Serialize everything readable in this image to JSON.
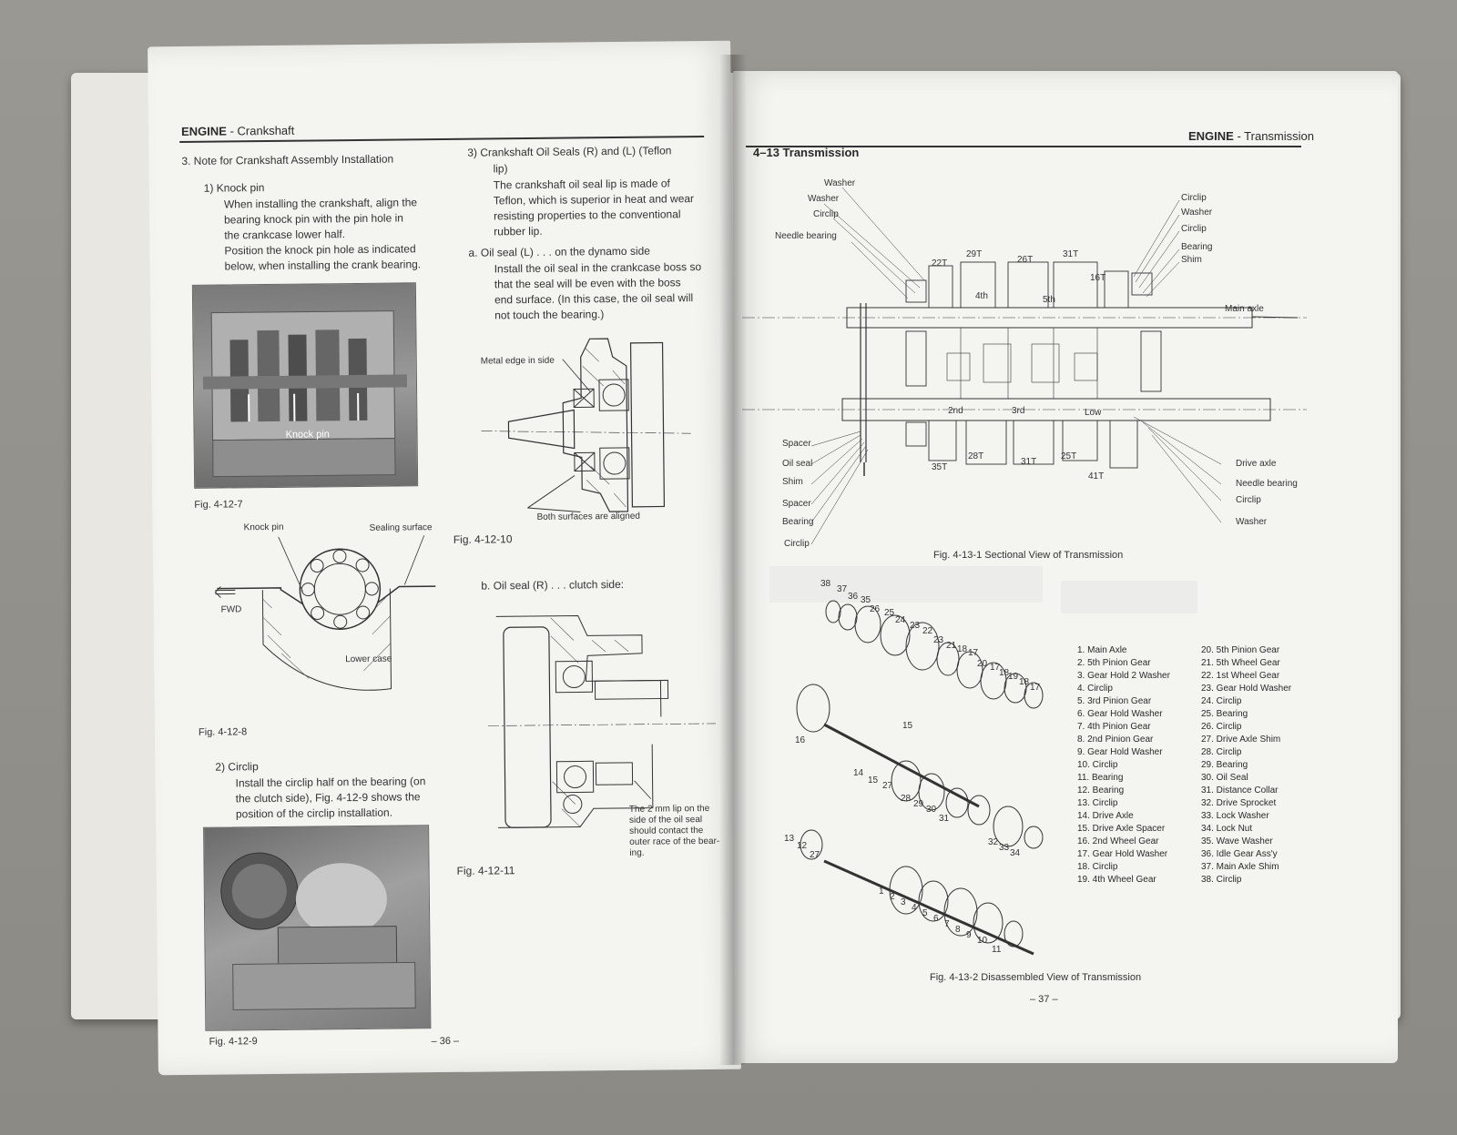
{
  "left": {
    "header": {
      "section": "ENGINE",
      "subsection": "- Crankshaft"
    },
    "step3_title": "3.  Note for Crankshaft Assembly Installation",
    "knock_title": "1)  Knock pin",
    "knock_lines": [
      "When installing the crankshaft, align the",
      "bearing knock pin with the pin hole in",
      "the crankcase lower half.",
      "Position the knock pin hole as indicated",
      "below, when installing the crank bearing."
    ],
    "fig7_caption": "Fig. 4-12-7",
    "fig7_photo_label": "Knock pin",
    "fig8": {
      "knock_pin": "Knock pin",
      "sealing_surface": "Sealing surface",
      "fwd": "FWD",
      "lower_case": "Lower case",
      "caption": "Fig. 4-12-8"
    },
    "circlip_title": "2)  Circlip",
    "circlip_lines": [
      "Install the circlip half on the bearing (on",
      "the clutch side), Fig. 4-12-9 shows the",
      "position of the circlip installation."
    ],
    "fig9_caption": "Fig. 4-12-9",
    "seals_title": "3)  Crankshaft Oil Seals (R) and (L) (Teflon",
    "seals_title2": "lip)",
    "seals_lines": [
      "The crankshaft oil seal lip is made of",
      "Teflon, which is superior in heat and wear",
      "resisting properties to the conventional",
      "rubber lip."
    ],
    "seal_l_title": "a.   Oil seal (L) . . . on the dynamo side",
    "seal_l_lines": [
      "Install the oil seal in the crankcase boss so",
      "that the seal will be even with the boss",
      "end surface. (In this case, the oil seal will",
      "not touch the bearing.)"
    ],
    "fig10": {
      "metal_edge": "Metal edge in side",
      "aligned": "Both surfaces are aligned",
      "caption": "Fig. 4-12-10"
    },
    "seal_r_title": "b.   Oil seal (R) . . . clutch side:",
    "fig11": {
      "note_lines": [
        "The 2 mm lip on the",
        "side of the oil seal",
        "should contact the",
        "outer race of the bear-",
        "ing."
      ],
      "caption": "Fig. 4-12-11"
    },
    "page_number": "– 36 –"
  },
  "right": {
    "header": {
      "section": "ENGINE",
      "subsection": "- Transmission"
    },
    "section_title": "4–13  Transmission",
    "sectional_labels_left": [
      "Washer",
      "Washer",
      "Circlip",
      "Needle bearing"
    ],
    "sectional_labels_right": [
      "Circlip",
      "Washer",
      "Circlip",
      "Bearing",
      "Shim"
    ],
    "main_axle": "Main axle",
    "teeth_top": [
      "22T",
      "29T",
      "26T",
      "31T",
      "16T"
    ],
    "gear_top": [
      "4th",
      "5th"
    ],
    "gear_bottom": [
      "2nd",
      "3rd",
      "Low"
    ],
    "teeth_bottom": [
      "35T",
      "28T",
      "31T",
      "25T",
      "41T"
    ],
    "bottom_labels_left": [
      "Spacer",
      "Oil seal",
      "Shim",
      "Spacer",
      "Bearing",
      "Circlip"
    ],
    "bottom_labels_right": [
      "Drive axle",
      "Needle bearing",
      "Circlip",
      "Washer"
    ],
    "fig1_caption": "Fig. 4-13-1   Sectional View of Transmission",
    "exploded_numbers_top": [
      "38",
      "37",
      "36",
      "35",
      "26",
      "25",
      "24",
      "23",
      "22",
      "23",
      "21",
      "18",
      "17",
      "20",
      "17",
      "18",
      "19",
      "18",
      "17"
    ],
    "exploded_numbers_mid": [
      "16",
      "15",
      "14",
      "15",
      "27",
      "28",
      "29",
      "30",
      "31",
      "32",
      "33",
      "34"
    ],
    "exploded_numbers_bottom": [
      "13",
      "12",
      "27",
      "1",
      "2",
      "3",
      "4",
      "5",
      "6",
      "7",
      "8",
      "9",
      "10",
      "11"
    ],
    "parts_col1": [
      "1.  Main Axle",
      "2.  5th Pinion Gear",
      "3.  Gear Hold 2 Washer",
      "4.  Circlip",
      "5.  3rd Pinion Gear",
      "6.  Gear Hold Washer",
      "7.  4th Pinion Gear",
      "8.  2nd Pinion Gear",
      "9.  Gear Hold Washer",
      "10.  Circlip",
      "11.  Bearing",
      "12.  Bearing",
      "13.  Circlip",
      "14.  Drive Axle",
      "15.  Drive Axle Spacer",
      "16.  2nd Wheel Gear",
      "17.  Gear Hold Washer",
      "18.  Circlip",
      "19.  4th Wheel Gear"
    ],
    "parts_col2": [
      "20.  5th Pinion Gear",
      "21.  5th Wheel Gear",
      "22.  1st Wheel Gear",
      "23.  Gear Hold Washer",
      "24.  Circlip",
      "25.  Bearing",
      "26.  Circlip",
      "27.  Drive Axle Shim",
      "28.  Circlip",
      "29.  Bearing",
      "30.  Oil Seal",
      "31.  Distance Collar",
      "32.  Drive Sprocket",
      "33.  Lock Washer",
      "34.  Lock Nut",
      "35.  Wave Washer",
      "36.  Idle Gear Ass'y",
      "37.  Main Axle Shim",
      "38.  Circlip"
    ],
    "fig2_caption": "Fig. 4-13-2   Disassembled View of Transmission",
    "page_number": "– 37 –"
  }
}
